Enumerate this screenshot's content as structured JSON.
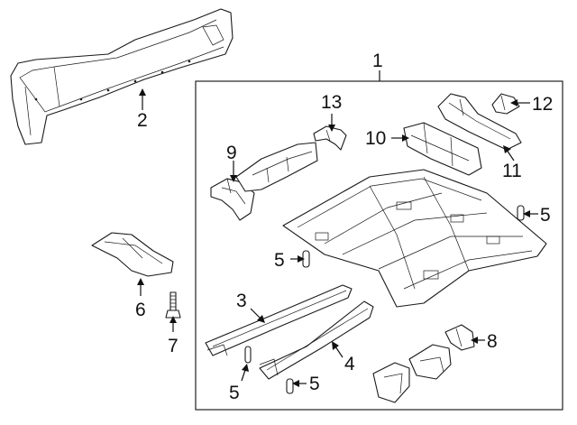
{
  "diagram": {
    "callouts": {
      "c1": "1",
      "c2": "2",
      "c3": "3",
      "c4": "4",
      "c5a": "5",
      "c5b": "5",
      "c5c": "5",
      "c5d": "5",
      "c6": "6",
      "c7": "7",
      "c8": "8",
      "c9": "9",
      "c10": "10",
      "c11": "11",
      "c12": "12",
      "c13": "13"
    }
  }
}
